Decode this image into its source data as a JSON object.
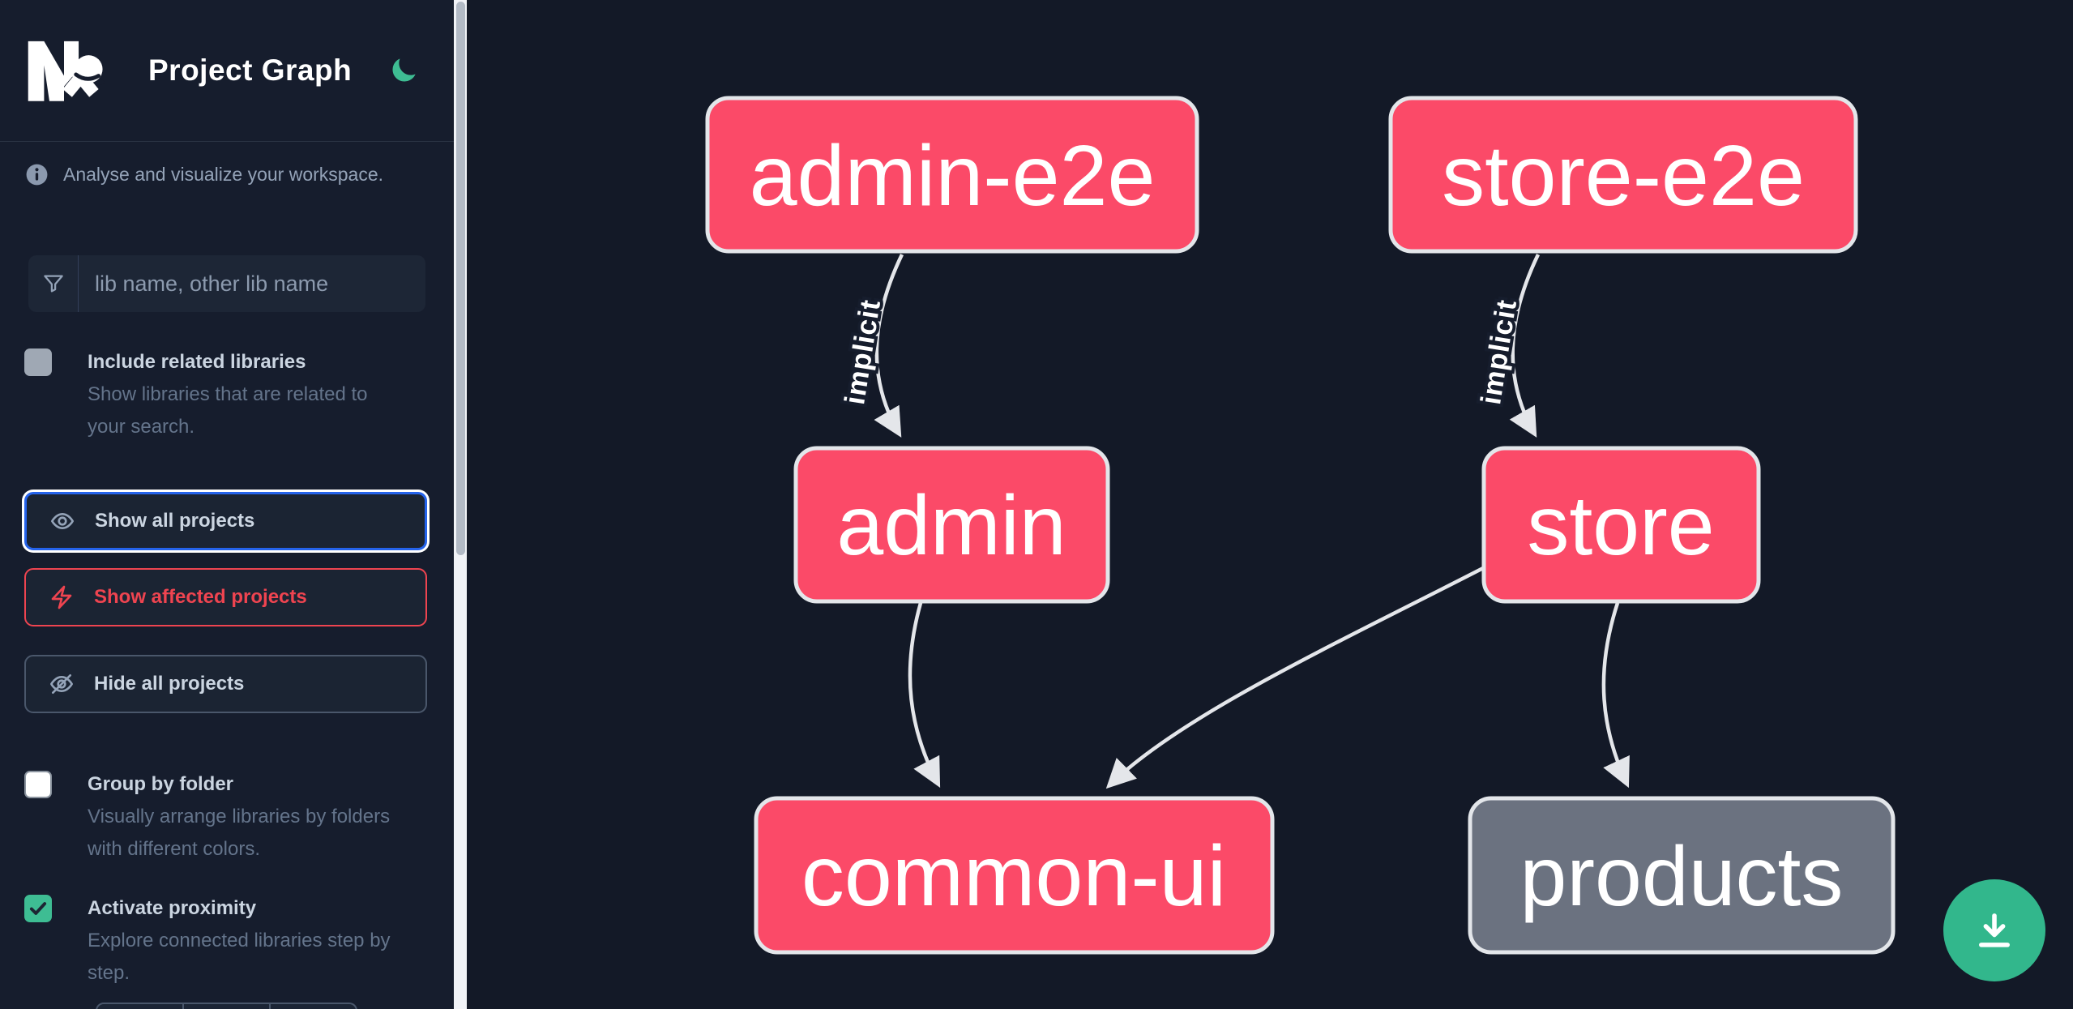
{
  "header": {
    "title": "Project Graph",
    "logo_icon": "nx-logo",
    "theme_icon": "moon-icon",
    "theme_color": "#3ebd93"
  },
  "sidebar": {
    "info_text": "Analyse and visualize your workspace.",
    "search": {
      "icon": "filter-icon",
      "placeholder": "lib name, other lib name",
      "value": ""
    },
    "options": [
      {
        "label": "Include related libraries",
        "description": "Show libraries that are related to your search.",
        "checked": false,
        "checkbox_style": "gray-disabled"
      },
      {
        "label": "Group by folder",
        "description": "Visually arrange libraries by folders with different colors.",
        "checked": false,
        "checkbox_style": "white"
      },
      {
        "label": "Activate proximity",
        "description": "Explore connected libraries step by step.",
        "checked": true,
        "checkbox_style": "green-checked"
      }
    ],
    "actions": [
      {
        "label": "Show all projects",
        "icon": "eye-icon",
        "state": "focused",
        "accent": "#2563eb"
      },
      {
        "label": "Show affected projects",
        "icon": "bolt-icon",
        "state": "affected",
        "accent": "#ef4450"
      },
      {
        "label": "Hide all projects",
        "icon": "eye-off-icon",
        "state": "default",
        "accent": "#4a576b"
      }
    ]
  },
  "graph": {
    "nodes": [
      {
        "id": "admin-e2e",
        "label": "admin-e2e",
        "color": "#fb4a68"
      },
      {
        "id": "store-e2e",
        "label": "store-e2e",
        "color": "#fb4a68"
      },
      {
        "id": "admin",
        "label": "admin",
        "color": "#fb4a68"
      },
      {
        "id": "store",
        "label": "store",
        "color": "#fb4a68"
      },
      {
        "id": "common-ui",
        "label": "common-ui",
        "color": "#fb4a68"
      },
      {
        "id": "products",
        "label": "products",
        "color": "#6b7280"
      }
    ],
    "edges": [
      {
        "from": "admin-e2e",
        "to": "admin",
        "label": "implicit"
      },
      {
        "from": "store-e2e",
        "to": "store",
        "label": "implicit"
      },
      {
        "from": "admin",
        "to": "common-ui",
        "label": ""
      },
      {
        "from": "store",
        "to": "common-ui",
        "label": ""
      },
      {
        "from": "store",
        "to": "products",
        "label": ""
      }
    ],
    "edge_color": "#e4e6ea"
  },
  "fab": {
    "icon": "download-icon",
    "color": "#32b78c"
  }
}
